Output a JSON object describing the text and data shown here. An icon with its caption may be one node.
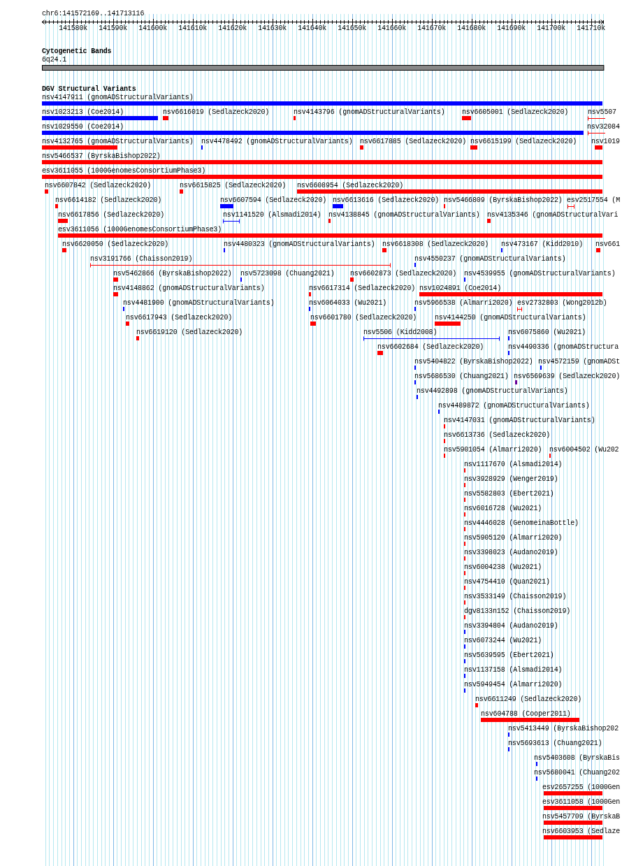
{
  "diagram": {
    "labels": [
      "chr6:141572169..141713116",
      "141580k",
      "141590k",
      "141600k",
      "141610k",
      "141620k",
      "141630k",
      "141640k",
      "141650k",
      "141660k",
      "141670k",
      "141680k",
      "141690k",
      "141700k",
      "141710k",
      "Cytogenetic Bands",
      "6q24.1",
      "DGV Structural Variants",
      "nsv4147911 (gnomADStructuralVariants)",
      "nsv1023213 (Coe2014)",
      "nsv6616019 (Sedlazeck2020)",
      "nsv4143796 (gnomADStructuralVariants)",
      "nsv6605001 (Sedlazeck2020)",
      "nsv5507",
      "nsv1029550 (Coe2014)",
      "nsv32084",
      "nsv4132765 (gnomADStructuralVariants)",
      "nsv4478492 (gnomADStructuralVariants)",
      "nsv6617885 (Sedlazeck2020)",
      "nsv6615199 (Sedlazeck2020)",
      "nsv1019",
      "nsv5466537 (ByrskaBishop2022)",
      "esv3611055 (1000GenomesConsortiumPhase3)",
      "nsv6607842 (Sedlazeck2020)",
      "nsv6615825 (Sedlazeck2020)",
      "nsv6608954 (Sedlazeck2020)",
      "nsv6614182 (Sedlazeck2020)",
      "nsv6607594 (Sedlazeck2020)",
      "nsv6613616 (Sedlazeck2020)",
      "nsv5466809 (ByrskaBishop2022)",
      "esv2517554 (M",
      "nsv6617856 (Sedlazeck2020)",
      "nsv1141520 (Alsmadi2014)",
      "nsv4138845 (gnomADStructuralVariants)",
      "nsv4135346 (gnomADStructuralVari",
      "esv3611056 (1000GenomesConsortiumPhase3)",
      "nsv6620050 (Sedlazeck2020)",
      "nsv4480323 (gnomADStructuralVariants)",
      "nsv6618308 (Sedlazeck2020)",
      "nsv473167 (Kidd2010)",
      "nsv661",
      "nsv3191766 (Chaisson2019)",
      "nsv4550237 (gnomADStructuralVariants)",
      "nsv5462866 (ByrskaBishop2022)",
      "nsv5723098 (Chuang2021)",
      "nsv6602873 (Sedlazeck2020)",
      "nsv4539955 (gnomADStructuralVariants)",
      "nsv4148862 (gnomADStructuralVariants)",
      "nsv6617314 (Sedlazeck2020)",
      "nsv1024891 (Coe2014)",
      "nsv4481900 (gnomADStructuralVariants)",
      "nsv6064033 (Wu2021)",
      "nsv5966538 (Almarri2020)",
      "esv2732803 (Wong2012b)",
      "nsv6617943 (Sedlazeck2020)",
      "nsv6601780 (Sedlazeck2020)",
      "nsv4144250 (gnomADStructuralVariants)",
      "nsv6619120 (Sedlazeck2020)",
      "nsv5506 (Kidd2008)",
      "nsv6075860 (Wu2021)",
      "nsv6602684 (Sedlazeck2020)",
      "nsv4490336 (gnomADStructura",
      "nsv5404822 (ByrskaBishop2022)",
      "nsv4572159 (gnomADSt",
      "nsv5686530 (Chuang2021)",
      "nsv6569639 (Sedlazeck2020)",
      "nsv4492898 (gnomADStructuralVariants)",
      "nsv4489872 (gnomADStructuralVariants)",
      "nsv4147031 (gnomADStructuralVariants)",
      "nsv6613736 (Sedlazeck2020)",
      "nsv5901054 (Almarri2020)",
      "nsv6004502 (Wu202",
      "nsv1117670 (Alsmadi2014)",
      "nsv3928929 (Wenger2019)",
      "nsv5582803 (Ebert2021)",
      "nsv6016728 (Wu2021)",
      "nsv4446028 (GenomeinaBottle)",
      "nsv5905120 (Almarri2020)",
      "nsv3398023 (Audano2019)",
      "nsv6004238 (Wu2021)",
      "nsv4754410 (Quan2021)",
      "nsv3533149 (Chaisson2019)",
      "dgv8133n152 (Chaisson2019)",
      "nsv3394804 (Audano2019)",
      "nsv6073244 (Wu2021)",
      "nsv5639595 (Ebert2021)",
      "nsv1137158 (Alsmadi2014)",
      "nsv5949454 (Almarri2020)",
      "nsv6611249 (Sedlazeck2020)",
      "nsv604788 (Cooper2011)",
      "nsv5413449 (ByrskaBishop202",
      "nsv5693613 (Chuang2021)",
      "nsv5403608 (ByrskaBis",
      "nsv5680041 (Chuang202",
      "esv2657255 (1000Gen",
      "esv3611058 (1000Gen",
      "nsv5457709 (ByrskaB",
      "nsv6603953 (Sedlaze"
    ]
  }
}
